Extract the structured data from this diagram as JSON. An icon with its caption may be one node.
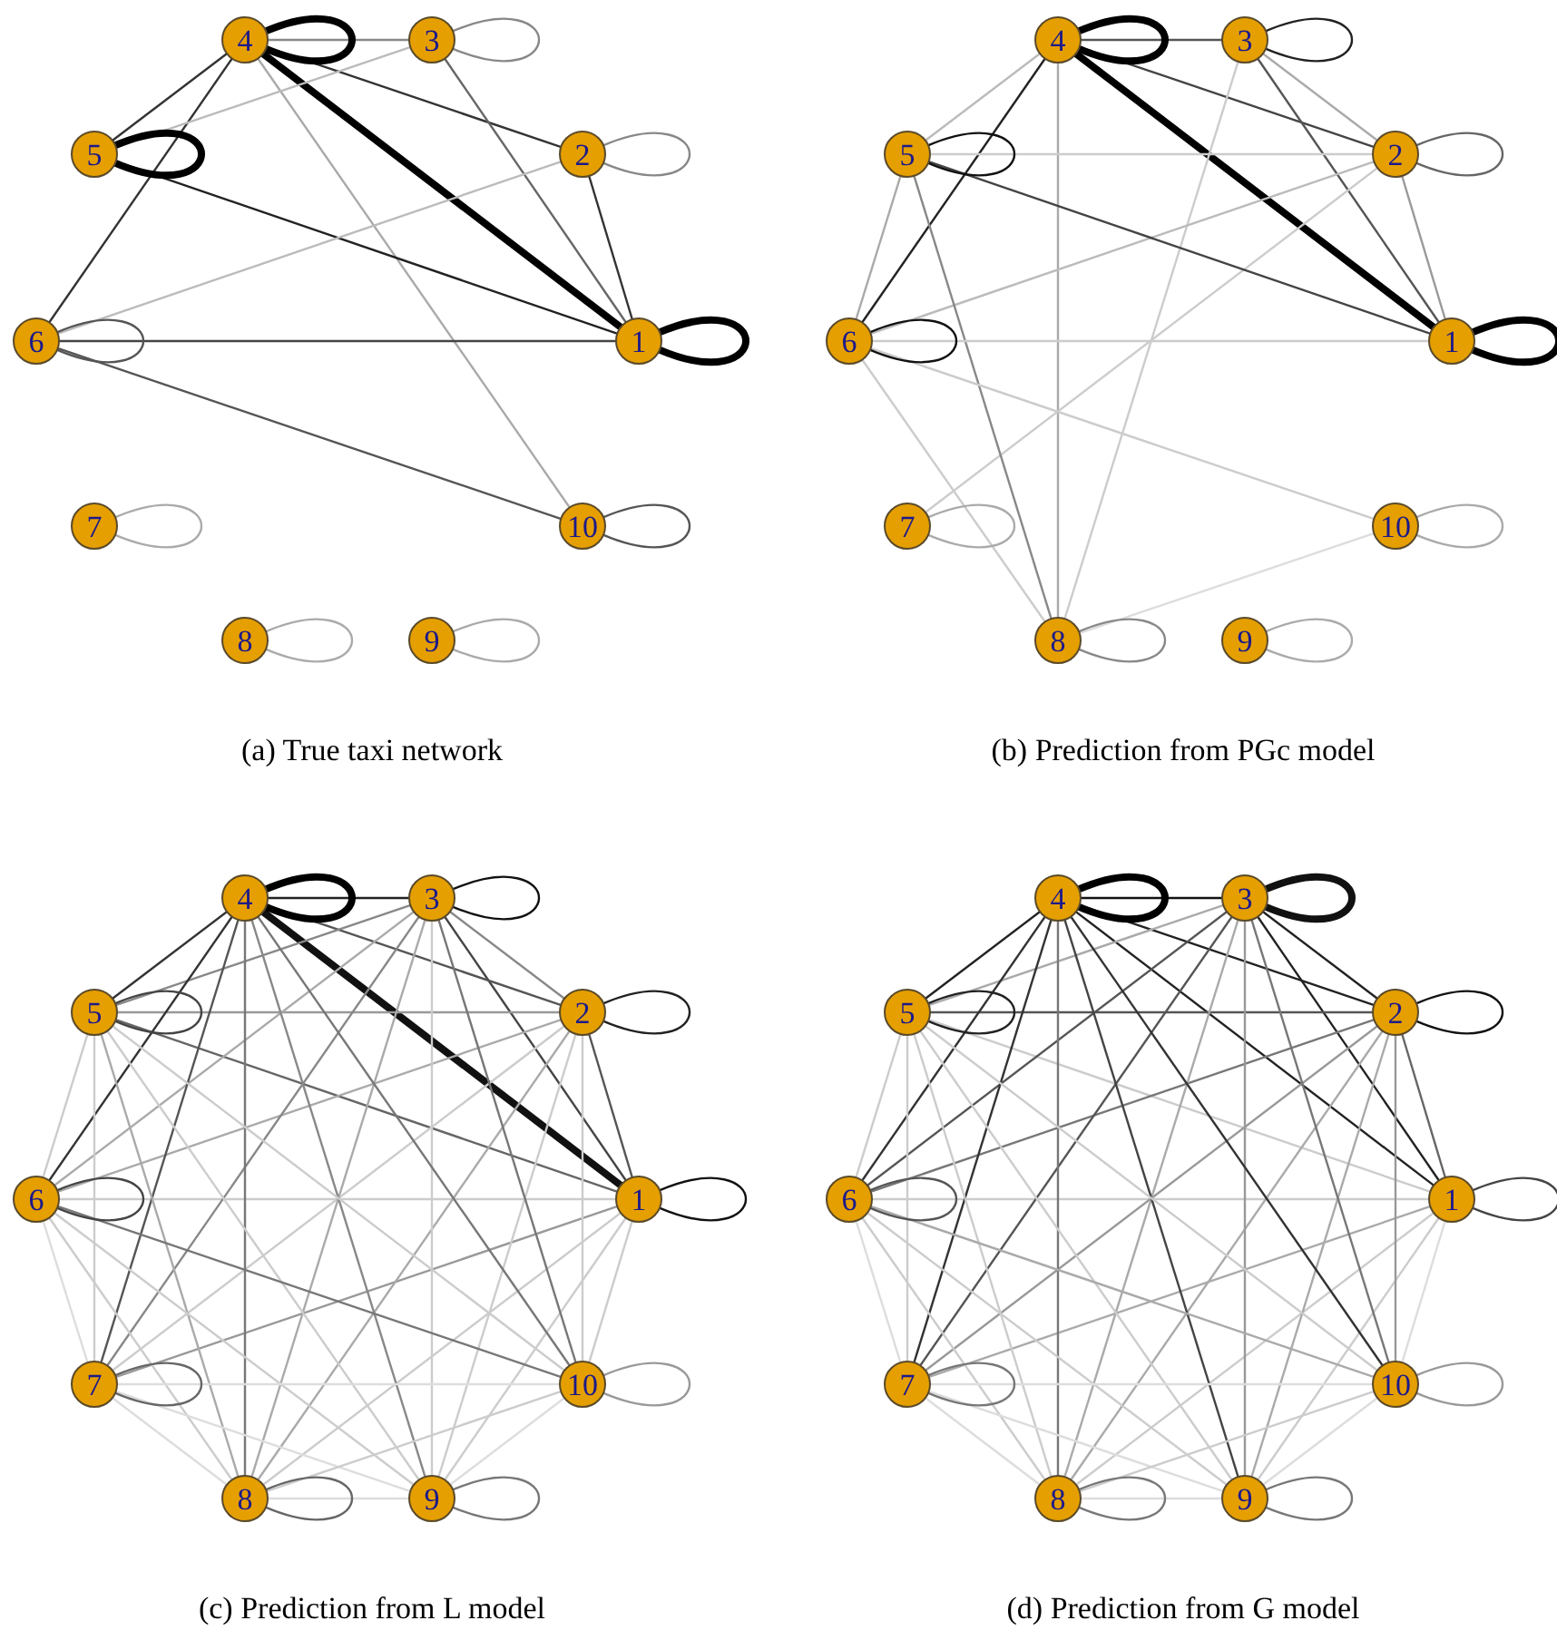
{
  "diagram": {
    "nodes": [
      {
        "text": [
          "1"
        ]
      },
      {
        "text": [
          "2"
        ]
      },
      {
        "text": [
          "3"
        ]
      },
      {
        "text": [
          "4"
        ]
      },
      {
        "text": [
          "5"
        ]
      },
      {
        "text": [
          "6"
        ]
      },
      {
        "text": [
          "7"
        ]
      },
      {
        "text": [
          "8"
        ]
      },
      {
        "text": [
          "9"
        ]
      },
      {
        "text": [
          "10"
        ]
      },
      {
        "text": [
          "1"
        ]
      },
      {
        "text": [
          "2"
        ]
      },
      {
        "text": [
          "3"
        ]
      },
      {
        "text": [
          "4"
        ]
      },
      {
        "text": [
          "5"
        ]
      },
      {
        "text": [
          "6"
        ]
      },
      {
        "text": [
          "7"
        ]
      },
      {
        "text": [
          "8"
        ]
      },
      {
        "text": [
          "9"
        ]
      },
      {
        "text": [
          "10"
        ]
      },
      {
        "text": [
          "1"
        ]
      },
      {
        "text": [
          "2"
        ]
      },
      {
        "text": [
          "3"
        ]
      },
      {
        "text": [
          "4"
        ]
      },
      {
        "text": [
          "5"
        ]
      },
      {
        "text": [
          "6"
        ]
      },
      {
        "text": [
          "7"
        ]
      },
      {
        "text": [
          "8"
        ]
      },
      {
        "text": [
          "9"
        ]
      },
      {
        "text": [
          "10"
        ]
      },
      {
        "text": [
          "1"
        ]
      },
      {
        "text": [
          "2"
        ]
      },
      {
        "text": [
          "3"
        ]
      },
      {
        "text": [
          "4"
        ]
      },
      {
        "text": [
          "5"
        ]
      },
      {
        "text": [
          "6"
        ]
      },
      {
        "text": [
          "7"
        ]
      },
      {
        "text": [
          "8"
        ]
      },
      {
        "text": [
          "9"
        ]
      },
      {
        "text": [
          "10"
        ]
      }
    ],
    "edges": [
      {
        "from": 3,
        "to": 2,
        "arrow": "none",
        "color": "#888888"
      },
      {
        "from": 3,
        "to": 4,
        "arrow": "none",
        "color": "#333333"
      },
      {
        "from": 3,
        "to": 5,
        "arrow": "none",
        "color": "#333333"
      },
      {
        "from": 3,
        "to": 0,
        "arrow": "none",
        "style": "thick",
        "color": "#000000"
      },
      {
        "from": 3,
        "to": 1,
        "arrow": "none",
        "color": "#333333"
      },
      {
        "from": 3,
        "to": 9,
        "arrow": "none",
        "color": "#aaaaaa"
      },
      {
        "from": 4,
        "to": 2,
        "arrow": "none",
        "color": "#bbbbbb"
      },
      {
        "from": 4,
        "to": 0,
        "arrow": "none",
        "color": "#222222"
      },
      {
        "from": 2,
        "to": 0,
        "arrow": "none",
        "color": "#666666"
      },
      {
        "from": 1,
        "to": 0,
        "arrow": "none",
        "color": "#333333"
      },
      {
        "from": 5,
        "to": 1,
        "arrow": "none",
        "color": "#bbbbbb"
      },
      {
        "from": 5,
        "to": 0,
        "arrow": "none",
        "color": "#444444"
      },
      {
        "from": 5,
        "to": 9,
        "arrow": "none",
        "color": "#555555"
      },
      {
        "from": 3,
        "to": 3,
        "arrow": "none",
        "style": "thick",
        "color": "#000000"
      },
      {
        "from": 4,
        "to": 4,
        "arrow": "none",
        "style": "thick",
        "color": "#000000"
      },
      {
        "from": 2,
        "to": 2,
        "arrow": "none",
        "color": "#888888"
      },
      {
        "from": 1,
        "to": 1,
        "arrow": "none",
        "color": "#888888"
      },
      {
        "from": 0,
        "to": 0,
        "arrow": "none",
        "style": "thick",
        "color": "#000000"
      },
      {
        "from": 5,
        "to": 5,
        "arrow": "none",
        "color": "#555555"
      },
      {
        "from": 6,
        "to": 6,
        "arrow": "none",
        "color": "#aaaaaa"
      },
      {
        "from": 9,
        "to": 9,
        "arrow": "none",
        "color": "#555555"
      },
      {
        "from": 7,
        "to": 7,
        "arrow": "none",
        "color": "#aaaaaa"
      },
      {
        "from": 8,
        "to": 8,
        "arrow": "none",
        "color": "#aaaaaa"
      },
      {
        "from": 13,
        "to": 12,
        "arrow": "none",
        "color": "#555555"
      },
      {
        "from": 13,
        "to": 14,
        "arrow": "none",
        "color": "#bbbbbb"
      },
      {
        "from": 13,
        "to": 15,
        "arrow": "none",
        "color": "#222222"
      },
      {
        "from": 13,
        "to": 10,
        "arrow": "none",
        "style": "thick",
        "color": "#000000"
      },
      {
        "from": 13,
        "to": 11,
        "arrow": "none",
        "color": "#444444"
      },
      {
        "from": 13,
        "to": 17,
        "arrow": "none",
        "color": "#aaaaaa"
      },
      {
        "from": 12,
        "to": 11,
        "arrow": "none",
        "color": "#aaaaaa"
      },
      {
        "from": 12,
        "to": 10,
        "arrow": "none",
        "color": "#555555"
      },
      {
        "from": 12,
        "to": 17,
        "arrow": "none",
        "color": "#cccccc"
      },
      {
        "from": 11,
        "to": 10,
        "arrow": "none",
        "color": "#999999"
      },
      {
        "from": 11,
        "to": 15,
        "arrow": "none",
        "color": "#bbbbbb"
      },
      {
        "from": 11,
        "to": 16,
        "arrow": "none",
        "color": "#cccccc"
      },
      {
        "from": 14,
        "to": 11,
        "arrow": "none",
        "color": "#cccccc"
      },
      {
        "from": 14,
        "to": 10,
        "arrow": "none",
        "color": "#444444"
      },
      {
        "from": 14,
        "to": 15,
        "arrow": "none",
        "color": "#aaaaaa"
      },
      {
        "from": 14,
        "to": 17,
        "arrow": "none",
        "color": "#888888"
      },
      {
        "from": 15,
        "to": 10,
        "arrow": "none",
        "color": "#cccccc"
      },
      {
        "from": 15,
        "to": 17,
        "arrow": "none",
        "color": "#cccccc"
      },
      {
        "from": 15,
        "to": 19,
        "arrow": "none",
        "color": "#cccccc"
      },
      {
        "from": 17,
        "to": 19,
        "arrow": "none",
        "color": "#dddddd"
      },
      {
        "from": 13,
        "to": 13,
        "arrow": "none",
        "style": "thick",
        "color": "#000000"
      },
      {
        "from": 12,
        "to": 12,
        "arrow": "none",
        "color": "#222222"
      },
      {
        "from": 11,
        "to": 11,
        "arrow": "none",
        "color": "#666666"
      },
      {
        "from": 14,
        "to": 14,
        "arrow": "none",
        "color": "#111111"
      },
      {
        "from": 15,
        "to": 15,
        "arrow": "none",
        "color": "#111111"
      },
      {
        "from": 10,
        "to": 10,
        "arrow": "none",
        "style": "thick",
        "color": "#000000"
      },
      {
        "from": 16,
        "to": 16,
        "arrow": "none",
        "color": "#aaaaaa"
      },
      {
        "from": 19,
        "to": 19,
        "arrow": "none",
        "color": "#aaaaaa"
      },
      {
        "from": 17,
        "to": 17,
        "arrow": "none",
        "color": "#888888"
      },
      {
        "from": 18,
        "to": 18,
        "arrow": "none",
        "color": "#aaaaaa"
      },
      {
        "from": 20,
        "to": 21,
        "arrow": "none",
        "color": "#555555"
      },
      {
        "from": 20,
        "to": 22,
        "arrow": "none",
        "color": "#444444"
      },
      {
        "from": 20,
        "to": 23,
        "arrow": "none",
        "style": "thick",
        "color": "#111111"
      },
      {
        "from": 20,
        "to": 24,
        "arrow": "none",
        "color": "#666666"
      },
      {
        "from": 20,
        "to": 25,
        "arrow": "none",
        "color": "#cccccc"
      },
      {
        "from": 20,
        "to": 26,
        "arrow": "none",
        "color": "#999999"
      },
      {
        "from": 20,
        "to": 27,
        "arrow": "none",
        "color": "#cccccc"
      },
      {
        "from": 20,
        "to": 28,
        "arrow": "none",
        "color": "#cccccc"
      },
      {
        "from": 20,
        "to": 29,
        "arrow": "none",
        "color": "#cccccc"
      },
      {
        "from": 21,
        "to": 22,
        "arrow": "none",
        "color": "#888888"
      },
      {
        "from": 21,
        "to": 23,
        "arrow": "none",
        "color": "#555555"
      },
      {
        "from": 21,
        "to": 24,
        "arrow": "none",
        "color": "#999999"
      },
      {
        "from": 21,
        "to": 25,
        "arrow": "none",
        "color": "#aaaaaa"
      },
      {
        "from": 21,
        "to": 26,
        "arrow": "none",
        "color": "#cccccc"
      },
      {
        "from": 21,
        "to": 27,
        "arrow": "none",
        "color": "#aaaaaa"
      },
      {
        "from": 21,
        "to": 28,
        "arrow": "none",
        "color": "#cccccc"
      },
      {
        "from": 21,
        "to": 29,
        "arrow": "none",
        "color": "#cccccc"
      },
      {
        "from": 22,
        "to": 23,
        "arrow": "none",
        "color": "#222222"
      },
      {
        "from": 22,
        "to": 24,
        "arrow": "none",
        "color": "#888888"
      },
      {
        "from": 22,
        "to": 25,
        "arrow": "none",
        "color": "#aaaaaa"
      },
      {
        "from": 22,
        "to": 26,
        "arrow": "none",
        "color": "#888888"
      },
      {
        "from": 22,
        "to": 27,
        "arrow": "none",
        "color": "#aaaaaa"
      },
      {
        "from": 22,
        "to": 28,
        "arrow": "none",
        "color": "#cccccc"
      },
      {
        "from": 22,
        "to": 29,
        "arrow": "none",
        "color": "#777777"
      },
      {
        "from": 23,
        "to": 24,
        "arrow": "none",
        "color": "#333333"
      },
      {
        "from": 23,
        "to": 25,
        "arrow": "none",
        "color": "#333333"
      },
      {
        "from": 23,
        "to": 26,
        "arrow": "none",
        "color": "#555555"
      },
      {
        "from": 23,
        "to": 27,
        "arrow": "none",
        "color": "#777777"
      },
      {
        "from": 23,
        "to": 28,
        "arrow": "none",
        "color": "#888888"
      },
      {
        "from": 23,
        "to": 29,
        "arrow": "none",
        "color": "#777777"
      },
      {
        "from": 24,
        "to": 25,
        "arrow": "none",
        "color": "#cccccc"
      },
      {
        "from": 24,
        "to": 26,
        "arrow": "none",
        "color": "#cccccc"
      },
      {
        "from": 24,
        "to": 27,
        "arrow": "none",
        "color": "#aaaaaa"
      },
      {
        "from": 24,
        "to": 28,
        "arrow": "none",
        "color": "#cccccc"
      },
      {
        "from": 24,
        "to": 29,
        "arrow": "none",
        "color": "#cccccc"
      },
      {
        "from": 25,
        "to": 26,
        "arrow": "none",
        "color": "#dddddd"
      },
      {
        "from": 25,
        "to": 27,
        "arrow": "none",
        "color": "#cccccc"
      },
      {
        "from": 25,
        "to": 28,
        "arrow": "none",
        "color": "#cccccc"
      },
      {
        "from": 25,
        "to": 29,
        "arrow": "none",
        "color": "#777777"
      },
      {
        "from": 26,
        "to": 27,
        "arrow": "none",
        "color": "#dddddd"
      },
      {
        "from": 26,
        "to": 28,
        "arrow": "none",
        "color": "#dddddd"
      },
      {
        "from": 26,
        "to": 29,
        "arrow": "none",
        "color": "#dddddd"
      },
      {
        "from": 27,
        "to": 28,
        "arrow": "none",
        "color": "#dddddd"
      },
      {
        "from": 27,
        "to": 29,
        "arrow": "none",
        "color": "#cccccc"
      },
      {
        "from": 28,
        "to": 29,
        "arrow": "none",
        "color": "#dddddd"
      },
      {
        "from": 23,
        "to": 23,
        "arrow": "none",
        "style": "thick",
        "color": "#000000"
      },
      {
        "from": 22,
        "to": 22,
        "arrow": "none",
        "color": "#111111"
      },
      {
        "from": 21,
        "to": 21,
        "arrow": "none",
        "color": "#222222"
      },
      {
        "from": 20,
        "to": 20,
        "arrow": "none",
        "color": "#111111"
      },
      {
        "from": 24,
        "to": 24,
        "arrow": "none",
        "color": "#444444"
      },
      {
        "from": 25,
        "to": 25,
        "arrow": "none",
        "color": "#444444"
      },
      {
        "from": 26,
        "to": 26,
        "arrow": "none",
        "color": "#666666"
      },
      {
        "from": 27,
        "to": 27,
        "arrow": "none",
        "color": "#666666"
      },
      {
        "from": 28,
        "to": 28,
        "arrow": "none",
        "color": "#777777"
      },
      {
        "from": 29,
        "to": 29,
        "arrow": "none",
        "color": "#999999"
      },
      {
        "from": 30,
        "to": 31,
        "arrow": "none",
        "color": "#666666"
      },
      {
        "from": 30,
        "to": 32,
        "arrow": "none",
        "color": "#222222"
      },
      {
        "from": 30,
        "to": 33,
        "arrow": "none",
        "color": "#222222"
      },
      {
        "from": 30,
        "to": 34,
        "arrow": "none",
        "color": "#cccccc"
      },
      {
        "from": 30,
        "to": 35,
        "arrow": "none",
        "color": "#cccccc"
      },
      {
        "from": 30,
        "to": 36,
        "arrow": "none",
        "color": "#aaaaaa"
      },
      {
        "from": 30,
        "to": 37,
        "arrow": "none",
        "color": "#cccccc"
      },
      {
        "from": 30,
        "to": 38,
        "arrow": "none",
        "color": "#cccccc"
      },
      {
        "from": 30,
        "to": 39,
        "arrow": "none",
        "color": "#dddddd"
      },
      {
        "from": 31,
        "to": 32,
        "arrow": "none",
        "color": "#222222"
      },
      {
        "from": 31,
        "to": 33,
        "arrow": "none",
        "color": "#222222"
      },
      {
        "from": 31,
        "to": 34,
        "arrow": "none",
        "color": "#555555"
      },
      {
        "from": 31,
        "to": 35,
        "arrow": "none",
        "color": "#777777"
      },
      {
        "from": 31,
        "to": 36,
        "arrow": "none",
        "color": "#999999"
      },
      {
        "from": 31,
        "to": 37,
        "arrow": "none",
        "color": "#aaaaaa"
      },
      {
        "from": 31,
        "to": 38,
        "arrow": "none",
        "color": "#aaaaaa"
      },
      {
        "from": 31,
        "to": 39,
        "arrow": "none",
        "color": "#999999"
      },
      {
        "from": 32,
        "to": 33,
        "arrow": "none",
        "color": "#111111"
      },
      {
        "from": 32,
        "to": 34,
        "arrow": "none",
        "color": "#aaaaaa"
      },
      {
        "from": 32,
        "to": 35,
        "arrow": "none",
        "color": "#555555"
      },
      {
        "from": 32,
        "to": 36,
        "arrow": "none",
        "color": "#555555"
      },
      {
        "from": 32,
        "to": 37,
        "arrow": "none",
        "color": "#aaaaaa"
      },
      {
        "from": 32,
        "to": 38,
        "arrow": "none",
        "color": "#999999"
      },
      {
        "from": 32,
        "to": 39,
        "arrow": "none",
        "color": "#777777"
      },
      {
        "from": 33,
        "to": 34,
        "arrow": "none",
        "color": "#222222"
      },
      {
        "from": 33,
        "to": 35,
        "arrow": "none",
        "color": "#333333"
      },
      {
        "from": 33,
        "to": 36,
        "arrow": "none",
        "color": "#333333"
      },
      {
        "from": 33,
        "to": 37,
        "arrow": "none",
        "color": "#777777"
      },
      {
        "from": 33,
        "to": 38,
        "arrow": "none",
        "color": "#444444"
      },
      {
        "from": 33,
        "to": 39,
        "arrow": "none",
        "color": "#333333"
      },
      {
        "from": 34,
        "to": 35,
        "arrow": "none",
        "color": "#cccccc"
      },
      {
        "from": 34,
        "to": 36,
        "arrow": "none",
        "color": "#cccccc"
      },
      {
        "from": 34,
        "to": 37,
        "arrow": "none",
        "color": "#cccccc"
      },
      {
        "from": 34,
        "to": 38,
        "arrow": "none",
        "color": "#cccccc"
      },
      {
        "from": 34,
        "to": 39,
        "arrow": "none",
        "color": "#cccccc"
      },
      {
        "from": 35,
        "to": 36,
        "arrow": "none",
        "color": "#dddddd"
      },
      {
        "from": 35,
        "to": 37,
        "arrow": "none",
        "color": "#cccccc"
      },
      {
        "from": 35,
        "to": 38,
        "arrow": "none",
        "color": "#cccccc"
      },
      {
        "from": 35,
        "to": 39,
        "arrow": "none",
        "color": "#aaaaaa"
      },
      {
        "from": 36,
        "to": 37,
        "arrow": "none",
        "color": "#dddddd"
      },
      {
        "from": 36,
        "to": 38,
        "arrow": "none",
        "color": "#dddddd"
      },
      {
        "from": 36,
        "to": 39,
        "arrow": "none",
        "color": "#dddddd"
      },
      {
        "from": 37,
        "to": 38,
        "arrow": "none",
        "color": "#dddddd"
      },
      {
        "from": 37,
        "to": 39,
        "arrow": "none",
        "color": "#cccccc"
      },
      {
        "from": 38,
        "to": 39,
        "arrow": "none",
        "color": "#dddddd"
      },
      {
        "from": 33,
        "to": 33,
        "arrow": "none",
        "style": "thick",
        "color": "#000000"
      },
      {
        "from": 32,
        "to": 32,
        "arrow": "none",
        "style": "thick",
        "color": "#111111"
      },
      {
        "from": 31,
        "to": 31,
        "arrow": "none",
        "color": "#111111"
      },
      {
        "from": 34,
        "to": 34,
        "arrow": "none",
        "color": "#222222"
      },
      {
        "from": 30,
        "to": 30,
        "arrow": "none",
        "color": "#444444"
      },
      {
        "from": 35,
        "to": 35,
        "arrow": "none",
        "color": "#555555"
      },
      {
        "from": 36,
        "to": 36,
        "arrow": "none",
        "color": "#777777"
      },
      {
        "from": 37,
        "to": 37,
        "arrow": "none",
        "color": "#777777"
      },
      {
        "from": 38,
        "to": 38,
        "arrow": "none",
        "color": "#777777"
      },
      {
        "from": 39,
        "to": 39,
        "arrow": "none",
        "color": "#999999"
      }
    ],
    "labels": [
      "(a) True taxi network",
      "(b) Prediction from PGc model",
      "(c) Prediction from L model",
      "(d) Prediction from G model"
    ]
  }
}
